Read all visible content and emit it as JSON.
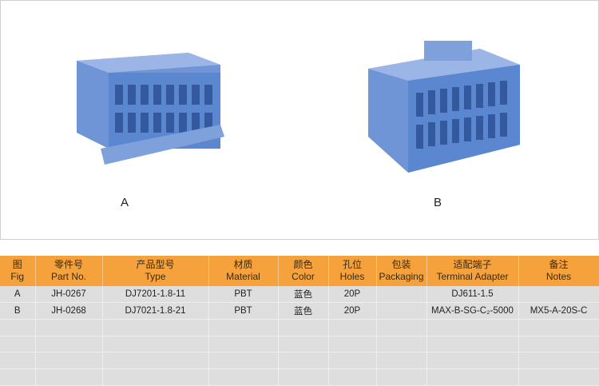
{
  "figures": [
    {
      "label": "A"
    },
    {
      "label": "B"
    }
  ],
  "table": {
    "headers": [
      {
        "zh": "图",
        "en": "Fig"
      },
      {
        "zh": "零件号",
        "en": "Part No."
      },
      {
        "zh": "产品型号",
        "en": "Type"
      },
      {
        "zh": "材质",
        "en": "Material"
      },
      {
        "zh": "颜色",
        "en": "Color"
      },
      {
        "zh": "孔位",
        "en": "Holes"
      },
      {
        "zh": "包装",
        "en": "Packaging"
      },
      {
        "zh": "适配端子",
        "en": "Terminal Adapter"
      },
      {
        "zh": "备注",
        "en": "Notes"
      }
    ],
    "rows": [
      [
        "A",
        "JH-0267",
        "DJ7201-1.8-11",
        "PBT",
        "蓝色",
        "20P",
        "",
        "DJ611-1.5",
        ""
      ],
      [
        "B",
        "JH-0268",
        "DJ7021-1.8-21",
        "PBT",
        "蓝色",
        "20P",
        "",
        "MAX-B-SG-C₂-5000",
        "MX5-A-20S-C"
      ],
      [
        "",
        "",
        "",
        "",
        "",
        "",
        "",
        "",
        ""
      ],
      [
        "",
        "",
        "",
        "",
        "",
        "",
        "",
        "",
        ""
      ],
      [
        "",
        "",
        "",
        "",
        "",
        "",
        "",
        "",
        ""
      ],
      [
        "",
        "",
        "",
        "",
        "",
        "",
        "",
        "",
        ""
      ]
    ]
  },
  "colors": {
    "header": "#f5a23c",
    "connector": "#5b86d0"
  }
}
